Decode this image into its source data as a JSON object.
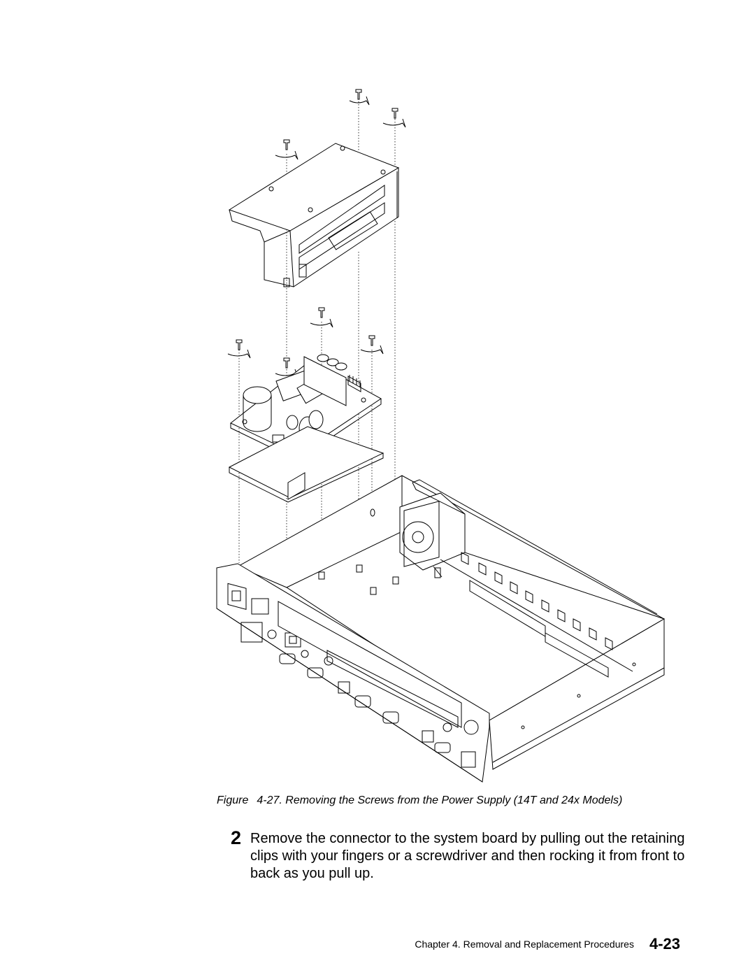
{
  "figure": {
    "caption_label": "Figure",
    "caption_text": "4-27. Removing the Screws from the Power Supply (14T and 24x Models)"
  },
  "step": {
    "number": "2",
    "text": "Remove the connector to the system board by pulling out the retaining clips with your fingers or a screwdriver and then rocking it from front to back as you pull up."
  },
  "footer": {
    "chapter": "Chapter 4.  Removal and Replacement Procedures",
    "page_number": "4-23"
  }
}
